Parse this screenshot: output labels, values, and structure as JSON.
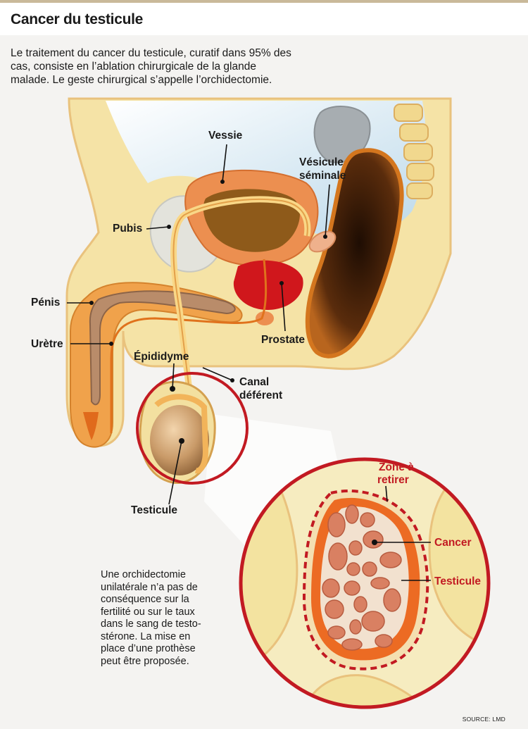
{
  "header": {
    "title": "Cancer du testicule"
  },
  "intro": "Le traitement du cancer du testicule, curatif dans 95% des cas, consiste en l’ablation chirurgicale de la glande malade. Le geste chirurgical s’appelle l’orchidectomie.",
  "labels": {
    "vessie": "Vessie",
    "vesicule_line1": "Vésicule",
    "vesicule_line2": "séminale",
    "pubis": "Pubis",
    "penis": "Pénis",
    "prostate": "Prostate",
    "uretre": "Urètre",
    "epididyme": "Épididyme",
    "canal_line1": "Canal",
    "canal_line2": "déférent",
    "testicule": "Testicule"
  },
  "zoom": {
    "zone_line1": "Zone à",
    "zone_line2": "retirer",
    "cancer": "Cancer",
    "testicule": "Testicule"
  },
  "note": "Une orchidectomie unilatérale n’a pas de conséquence sur la fertilité ou sur le taux dans le sang de testo-stérone. La mise en place d’une prothèse peut être proposée.",
  "source": "SOURCE: LMD",
  "colors": {
    "skin": "#f5e3a6",
    "skin_outline": "#e9b86a",
    "bladder": "#ec8f50",
    "bladder_inner": "#8e5a1a",
    "prostate": "#d0171c",
    "rectum": "#4a2208",
    "accent_red": "#c21a22",
    "cavity_blue": "#cfe3ee"
  }
}
